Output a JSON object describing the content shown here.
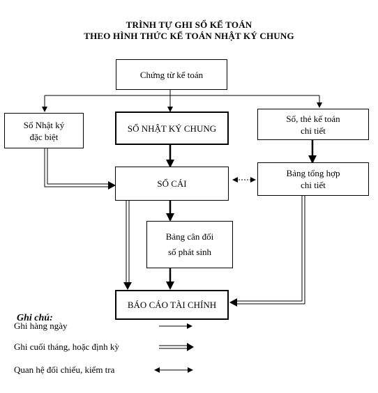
{
  "title": {
    "line1": "TRÌNH TỰ GHI SỔ KẾ TOÁN",
    "line2": "THEO HÌNH THỨC KẾ TOÁN NHẬT KÝ CHUNG"
  },
  "nodes": {
    "chung_tu": "Chứng từ kế toán",
    "nk_dac_biet_1": "Sổ Nhật ký",
    "nk_dac_biet_2": "đặc biệt",
    "nk_chung": "SỔ NHẬT KÝ CHUNG",
    "so_the_1": "Sổ, thẻ kế toán",
    "so_the_2": "chi tiết",
    "so_cai": "SỔ CÁI",
    "bang_thop_1": "Bảng tổng hợp",
    "bang_thop_2": "chi tiết",
    "bang_cdps_1": "Bảng cân đối",
    "bang_cdps_2": "số phát sinh",
    "bctc": "BÁO CÁO TÀI CHÍNH"
  },
  "legend": {
    "heading": "Ghi chú:",
    "daily": "Ghi hàng ngày",
    "periodic": "Ghi cuối tháng, hoặc định kỳ",
    "reconcile": "Quan hệ đối chiếu, kiểm tra"
  }
}
